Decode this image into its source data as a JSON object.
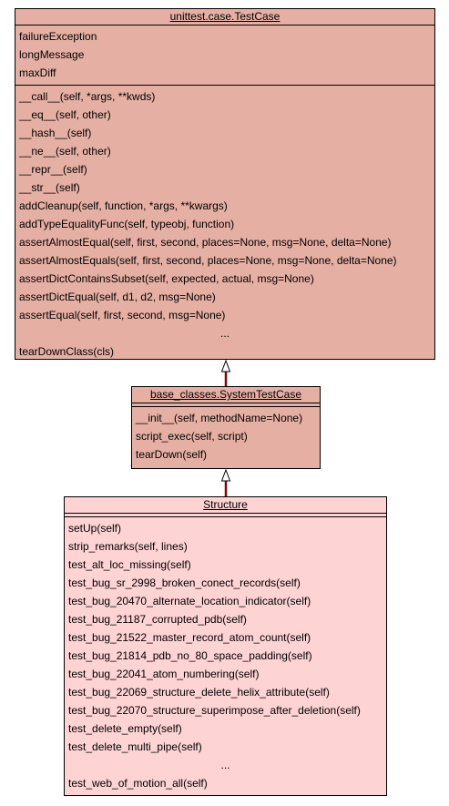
{
  "diagram": {
    "classes": [
      {
        "name": "unittest.case.TestCase",
        "color": "#e5b0a3",
        "attributes": [
          "failureException",
          "longMessage",
          "maxDiff"
        ],
        "methods": [
          "__call__(self, *args, **kwds)",
          "__eq__(self, other)",
          "__hash__(self)",
          "__ne__(self, other)",
          "__repr__(self)",
          "__str__(self)",
          "addCleanup(self, function, *args, **kwargs)",
          "addTypeEqualityFunc(self, typeobj, function)",
          "assertAlmostEqual(self, first, second, places=None, msg=None, delta=None)",
          "assertAlmostEquals(self, first, second, places=None, msg=None, delta=None)",
          "assertDictContainsSubset(self, expected, actual, msg=None)",
          "assertDictEqual(self, d1, d2, msg=None)",
          "assertEqual(self, first, second, msg=None)"
        ],
        "ellipsis": "...",
        "last_method": "tearDownClass(cls)"
      },
      {
        "name": "base_classes.SystemTestCase",
        "color": "#e5b0a3",
        "attributes": [],
        "methods": [
          "__init__(self, methodName=None)",
          "script_exec(self, script)",
          "tearDown(self)"
        ]
      },
      {
        "name": "Structure",
        "color": "#fdd3d4",
        "attributes": [],
        "methods": [
          "setUp(self)",
          "strip_remarks(self, lines)",
          "test_alt_loc_missing(self)",
          "test_bug_sr_2998_broken_conect_records(self)",
          "test_bug_20470_alternate_location_indicator(self)",
          "test_bug_21187_corrupted_pdb(self)",
          "test_bug_21522_master_record_atom_count(self)",
          "test_bug_21814_pdb_no_80_space_padding(self)",
          "test_bug_22041_atom_numbering(self)",
          "test_bug_22069_structure_delete_helix_attribute(self)",
          "test_bug_22070_structure_superimpose_after_deletion(self)",
          "test_delete_empty(self)",
          "test_delete_multi_pipe(self)"
        ],
        "ellipsis": "...",
        "last_method": "test_web_of_motion_all(self)"
      }
    ],
    "edge_color": "#8b0000"
  }
}
